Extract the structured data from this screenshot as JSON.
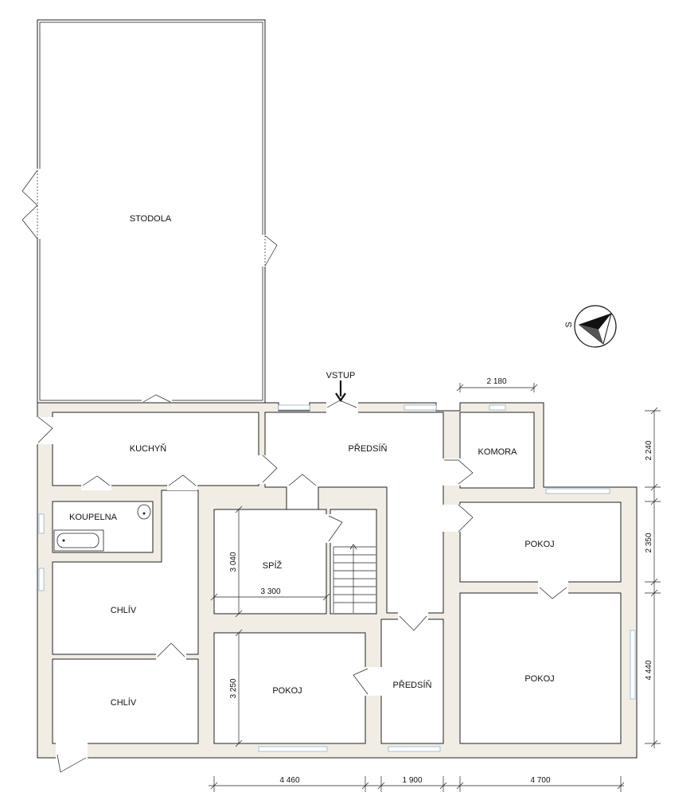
{
  "rooms": {
    "stodola": "STODOLA",
    "kuchyn": "KUCHYŇ",
    "predsin_main": "PŘEDSÍŇ",
    "komora": "KOMORA",
    "koupelna": "KOUPELNA",
    "spiz": "SPÍŽ",
    "chliv_upper": "CHLÍV",
    "chliv_lower": "CHLÍV",
    "pokoj_upper_right": "POKOJ",
    "pokoj_lower_right": "POKOJ",
    "pokoj_center": "POKOJ",
    "predsin_small": "PŘEDSÍŇ"
  },
  "entrance": "VSTUP",
  "compass": {
    "label": "S"
  },
  "dimensions": {
    "komora_width": "2 180",
    "right_1": "2 240",
    "right_2": "2 350",
    "right_3": "4 440",
    "bottom_1": "4 460",
    "bottom_2": "1 900",
    "bottom_3": "4 700",
    "spiz_width": "3 300",
    "spiz_height": "3 040",
    "pokoj_height": "3 250"
  },
  "colors": {
    "wall_fill": "#f1ede4",
    "line": "#222222",
    "window": "#8fb4c8"
  }
}
